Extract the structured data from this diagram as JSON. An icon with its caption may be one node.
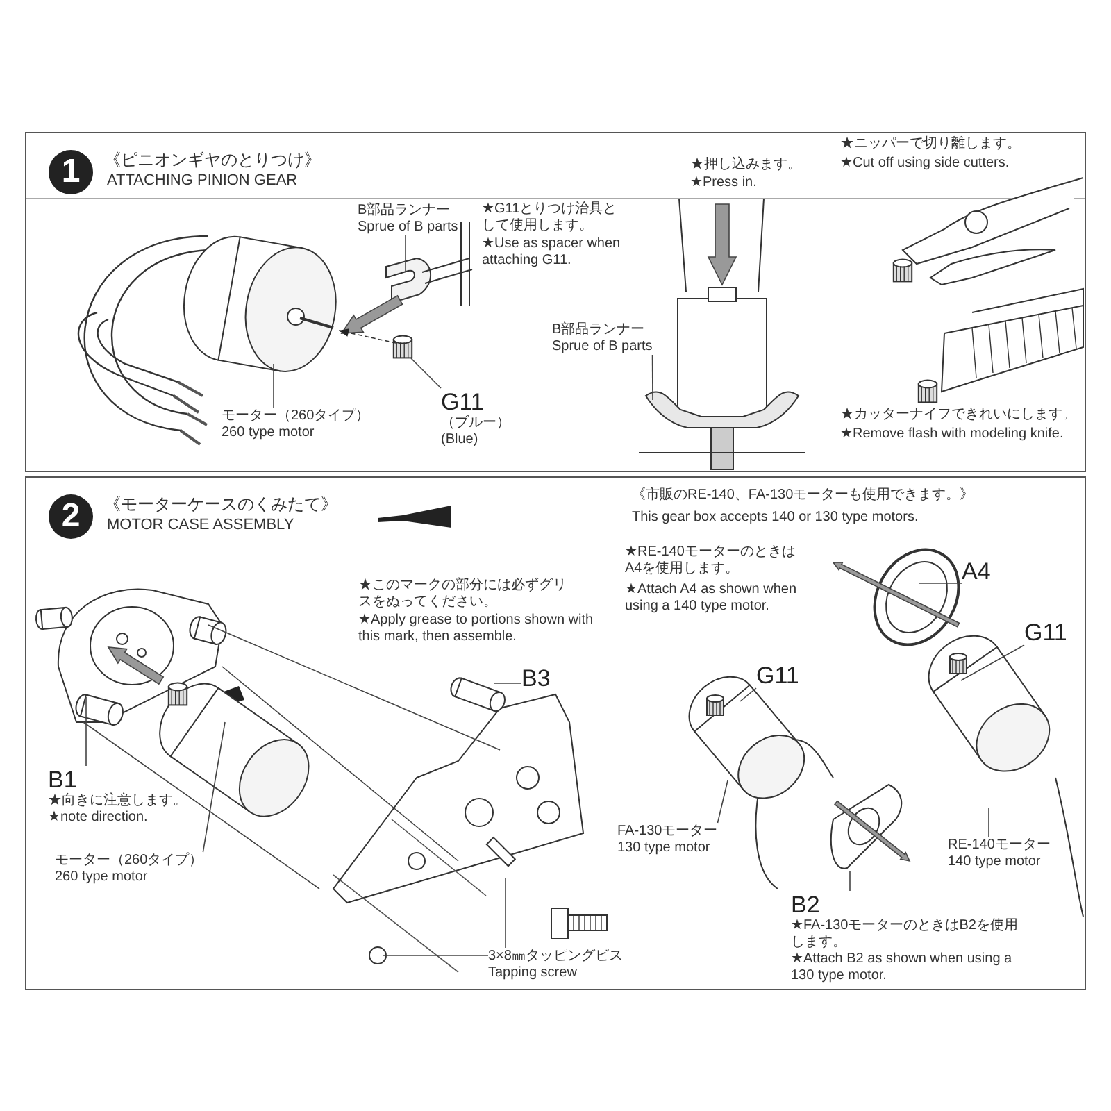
{
  "diagram": {
    "nodes": [
      {
        "text": [
          "1",
          "《ピニオンギヤのとりつけ》",
          "ATTACHING PINION GEAR"
        ]
      },
      {
        "text": [
          "B部品ランナー",
          "Sprue of B parts"
        ],
        "in": 0
      },
      {
        "text": [
          "モーター（260タイプ）",
          "260 type motor"
        ],
        "in": 0
      },
      {
        "text": [
          "G11",
          "（ブルー）",
          "(Blue)"
        ],
        "in": 0
      },
      {
        "text": [
          "B部品ランナー",
          "Sprue of B parts"
        ],
        "in": 0
      },
      {
        "text": [
          "2",
          "《モーターケースのくみたて》",
          "MOTOR CASE ASSEMBLY"
        ]
      },
      {
        "text": [
          "B3"
        ],
        "in": 5
      },
      {
        "text": [
          "B1"
        ],
        "in": 5,
        "beside": [
          "★向きに注意します。",
          "★note direction."
        ]
      },
      {
        "text": [
          "モーター（260タイプ）",
          "260 type motor"
        ],
        "in": 5
      },
      {
        "text": [
          "3×8㎜タッピングビス",
          "Tapping screw"
        ],
        "in": 5
      },
      {
        "text": [
          "A4"
        ],
        "in": 5
      },
      {
        "text": [
          "G11"
        ],
        "in": 5
      },
      {
        "text": [
          "G11"
        ],
        "in": 5
      },
      {
        "text": [
          "FA-130モーター",
          "130 type motor"
        ],
        "in": 5
      },
      {
        "text": [
          "RE-140モーター",
          "140 type motor"
        ],
        "in": 5
      },
      {
        "text": [
          "B2"
        ],
        "in": 5,
        "beside": [
          "★FA-130モーターのときはB2を使用します。",
          "★Attach B2 as shown when using a 130 type motor."
        ]
      }
    ],
    "edges": [
      {
        "from": 1,
        "to": null,
        "arrow": "none"
      },
      {
        "from": 2,
        "to": null,
        "arrow": "none"
      },
      {
        "from": 3,
        "to": null,
        "arrow": "none"
      },
      {
        "from": 4,
        "to": null,
        "arrow": "none"
      },
      {
        "from": 6,
        "to": null,
        "arrow": "none"
      },
      {
        "from": 7,
        "to": null,
        "arrow": "none"
      },
      {
        "from": 8,
        "to": null,
        "arrow": "none"
      },
      {
        "from": 9,
        "to": null,
        "arrow": "none"
      },
      {
        "from": 9,
        "to": null,
        "arrow": "none"
      },
      {
        "from": 10,
        "to": null,
        "arrow": "none"
      },
      {
        "from": 11,
        "to": null,
        "arrow": "none"
      },
      {
        "from": 12,
        "to": null,
        "arrow": "none"
      },
      {
        "from": 13,
        "to": null,
        "arrow": "none"
      },
      {
        "from": 14,
        "to": null,
        "arrow": "none"
      },
      {
        "from": 15,
        "to": null,
        "arrow": "none"
      }
    ],
    "labels": [
      "★G11とりつけ治具として使用します。",
      "★Use as spacer when attaching G11.",
      "★押し込みます。",
      "★Press in.",
      "★ニッパーで切り離します。",
      "★Cut off using side cutters.",
      "★カッターナイフできれいにします。",
      "★Remove flash with modeling knife.",
      "★このマークの部分には必ずグリスをぬってください。",
      "★Apply grease to portions shown with this mark, then assemble.",
      "《市販のRE-140、FA-130モーターも使用できます。》",
      "This gear box accepts 140 or 130 type motors.",
      "★RE-140モーターのときはA4を使用します。",
      "★Attach A4 as shown when using a 140 type motor."
    ]
  }
}
